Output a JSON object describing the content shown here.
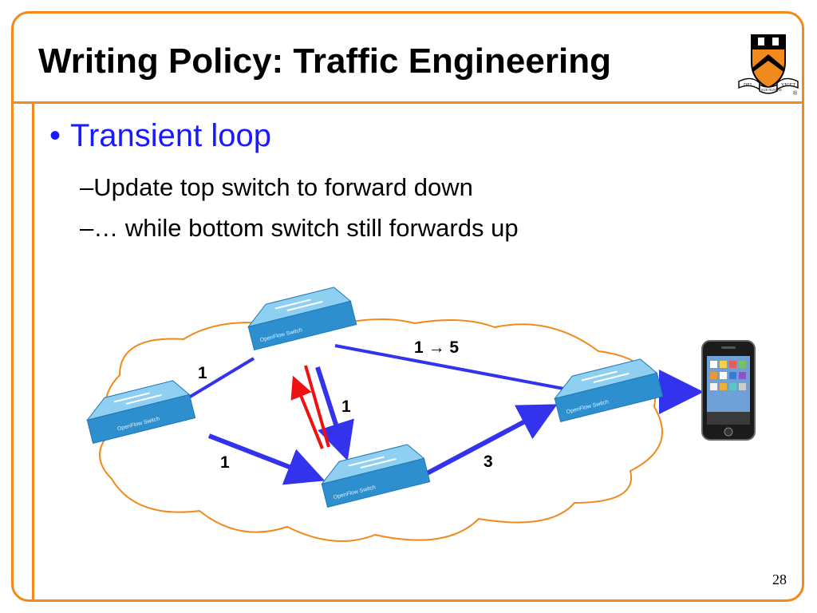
{
  "slide": {
    "title": "Writing Policy: Traffic Engineering",
    "bullet": "Transient loop",
    "sub_items": [
      "–Update top switch to forward down",
      "–… while bottom switch still forwards up"
    ],
    "page_number": "28"
  },
  "diagram": {
    "edge_labels": {
      "left_top": "1",
      "top_right": "1 → 5",
      "top_bottom": "1",
      "left_bottom": "1",
      "bottom_right": "3"
    },
    "switch_label": "OpenFlow Switch",
    "logo_text": {
      "left": "DEI",
      "center": "SUB NUMINE",
      "right": "VIGET",
      "mark": "®"
    }
  },
  "colors": {
    "accent": "#f08a1d",
    "bullet_text": "#1a1aff",
    "link": "#3333ee",
    "loop_arrow": "#ee1111",
    "cloud_outline": "#f08a1d",
    "switch_fill": "#3c9fd8"
  }
}
